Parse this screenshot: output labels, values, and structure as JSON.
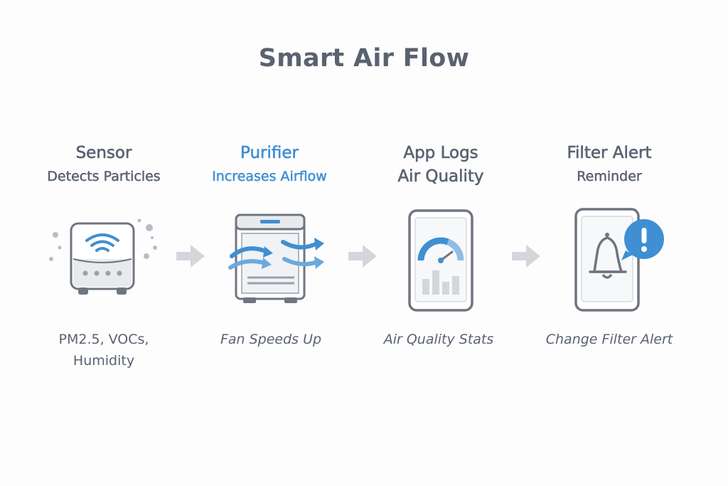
{
  "title": "Smart Air Flow",
  "steps": [
    {
      "heading": "Sensor",
      "sub": "Detects Particles",
      "caption_line1": "PM2.5, VOCs,",
      "caption_line2": "Humidity",
      "icon": "air-sensor-icon"
    },
    {
      "heading": "Purifier",
      "sub": "Increases Airflow",
      "caption": "Fan Speeds Up",
      "icon": "purifier-airflow-icon"
    },
    {
      "heading": "App Logs",
      "sub": "Air Quality",
      "caption": "Air Quality Stats",
      "icon": "phone-gauge-icon"
    },
    {
      "heading": "Filter Alert",
      "sub": "Reminder",
      "caption": "Change Filter Alert",
      "icon": "phone-bell-alert-icon"
    }
  ],
  "colors": {
    "accent": "#3f8fd2",
    "text": "#5a6270",
    "arrow": "#d3d6db",
    "device_outline": "#6f7580"
  }
}
